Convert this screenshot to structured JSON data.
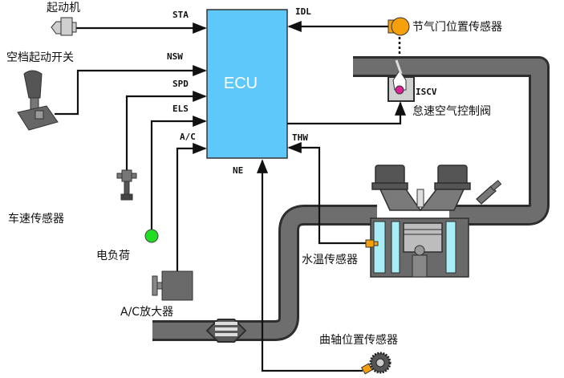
{
  "title": "ECU idle speed control inputs diagram",
  "ecu": {
    "label": "ECU",
    "color": "#5ec8fa"
  },
  "signals": {
    "sta": "STA",
    "nsw": "NSW",
    "spd": "SPD",
    "els": "ELS",
    "ac": "A/C",
    "idl": "IDL",
    "thw": "THW",
    "ne": "NE",
    "iscv": "ISCV"
  },
  "components": {
    "starter": "起动机",
    "neutral_start_switch": "空档起动开关",
    "vehicle_speed_sensor": "车速传感器",
    "electrical_load": "电负荷",
    "ac_amplifier": "A/C放大器",
    "throttle_position_sensor": "节气门位置传感器",
    "idle_air_control_valve": "怠速空气控制阀",
    "coolant_temp_sensor": "水温传感器",
    "crankshaft_position_sensor": "曲轴位置传感器"
  },
  "colors": {
    "ecu_fill": "#5ec8fa",
    "pipe": "#6e6e6e",
    "coolant": "#a8ecf5",
    "electrical_load_lamp": "#22dd22",
    "throttle_sensor": "#f5a00a",
    "iscv_valve": "#e0209a",
    "sensor_orange": "#f5a00a"
  }
}
